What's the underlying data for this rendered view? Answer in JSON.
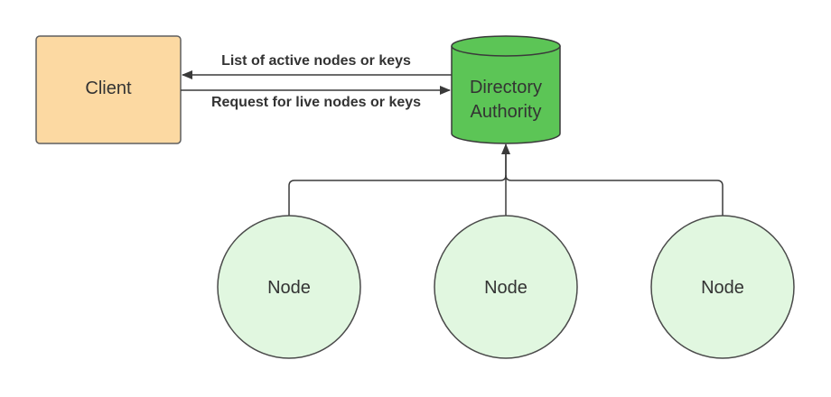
{
  "colors": {
    "client_fill": "#fcd9a2",
    "client_stroke": "#5f5f5f",
    "authority_fill": "#5cc556",
    "authority_stroke": "#3a3a3a",
    "node_fill": "#e1f7e0",
    "node_stroke": "#4a4a4a",
    "edge": "#3a3a3a",
    "text": "#333333"
  },
  "client": {
    "label": "Client",
    "shape": "rectangle"
  },
  "authority": {
    "label_line1": "Directory",
    "label_line2": "Authority",
    "shape": "cylinder"
  },
  "edges": {
    "to_client_label": "List of active nodes or keys",
    "to_authority_label": "Request for live nodes or keys"
  },
  "nodes": [
    {
      "label": "Node",
      "shape": "circle"
    },
    {
      "label": "Node",
      "shape": "circle"
    },
    {
      "label": "Node",
      "shape": "circle"
    }
  ]
}
